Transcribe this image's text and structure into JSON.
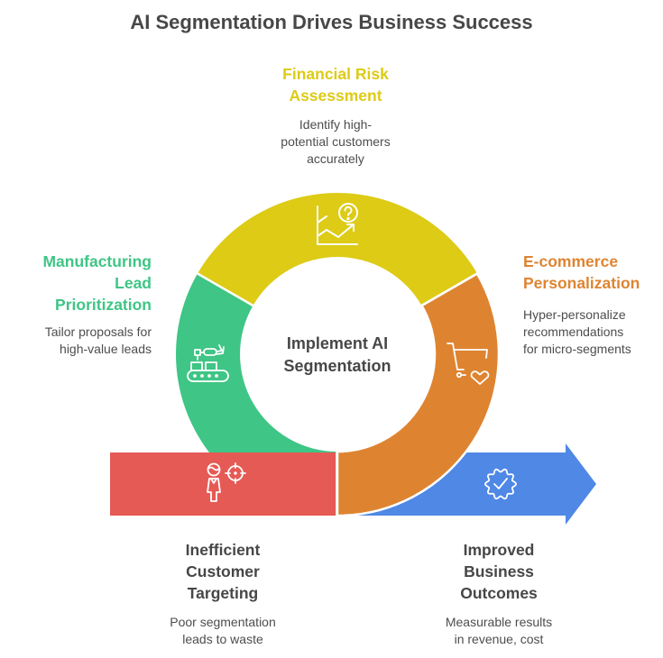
{
  "title": "AI Segmentation Drives Business Success",
  "center": {
    "line1": "Implement AI",
    "line2": "Segmentation"
  },
  "colors": {
    "financial": "#DDCB16",
    "manufacturing": "#3FC585",
    "ecommerce": "#DE8431",
    "inefficient": "#E55A55",
    "improved": "#4F88E5",
    "text_dark": "#474747",
    "text_body": "#4d4d4d"
  },
  "segments": {
    "financial": {
      "title_line1": "Financial Risk",
      "title_line2": "Assessment",
      "desc_line1": "Identify high-",
      "desc_line2": "potential customers",
      "desc_line3": "accurately",
      "icon": "chart-question-icon"
    },
    "manufacturing": {
      "title_line1": "Manufacturing",
      "title_line2": "Lead",
      "title_line3": "Prioritization",
      "desc_line1": "Tailor proposals for",
      "desc_line2": "high-value leads",
      "icon": "conveyor-robot-icon"
    },
    "ecommerce": {
      "title_line1": "E-commerce",
      "title_line2": "Personalization",
      "desc_line1": "Hyper-personalize",
      "desc_line2": "recommendations",
      "desc_line3": "for micro-segments",
      "icon": "cart-heart-icon"
    },
    "inefficient": {
      "title_line1": "Inefficient",
      "title_line2": "Customer",
      "title_line3": "Targeting",
      "desc_line1": "Poor segmentation",
      "desc_line2": "leads to waste",
      "icon": "person-target-icon"
    },
    "improved": {
      "title_line1": "Improved",
      "title_line2": "Business",
      "title_line3": "Outcomes",
      "desc_line1": "Measurable results",
      "desc_line2": "in revenue, cost",
      "icon": "verified-badge-icon"
    }
  }
}
